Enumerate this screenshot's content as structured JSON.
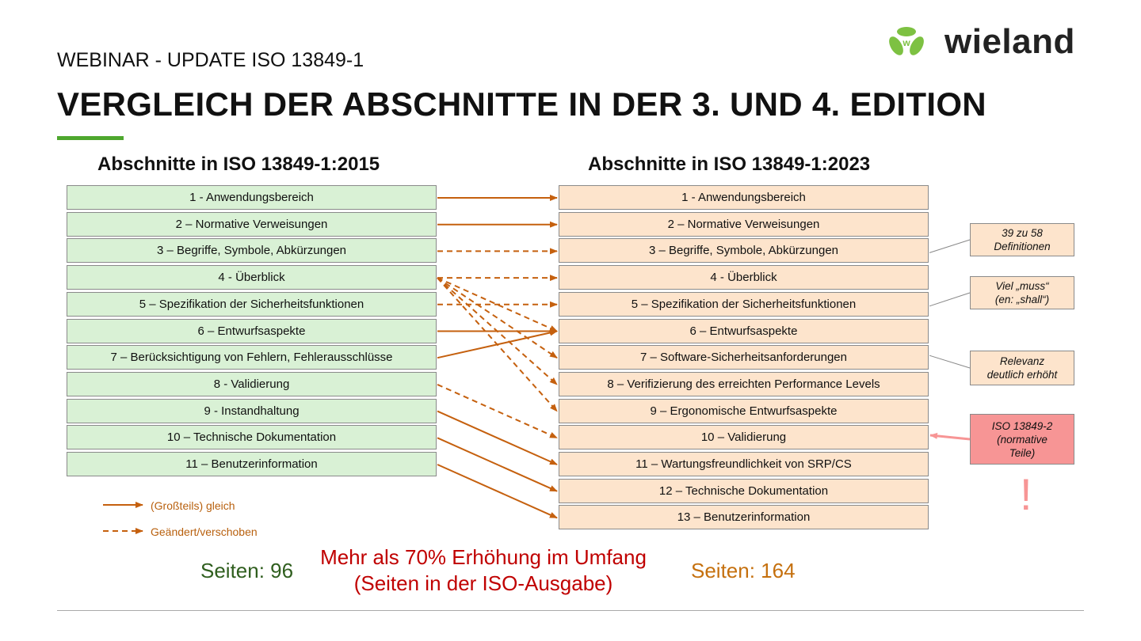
{
  "header": {
    "subtitle": "WEBINAR - UPDATE ISO 13849-1",
    "title": "VERGLEICH DER ABSCHNITTE IN DER 3. UND 4. EDITION",
    "logo_text": "wieland",
    "accent_color": "#4ea72e"
  },
  "left": {
    "heading": "Abschnitte in ISO 13849-1:2015",
    "items": [
      "1 - Anwendungsbereich",
      "2 – Normative Verweisungen",
      "3 – Begriffe, Symbole, Abkürzungen",
      "4 - Überblick",
      "5 – Spezifikation der Sicherheitsfunktionen",
      "6 – Entwurfsaspekte",
      "7 – Berücksichtigung von Fehlern, Fehlerausschlüsse",
      "8 - Validierung",
      "9 - Instandhaltung",
      "10 – Technische Dokumentation",
      "11 – Benutzerinformation"
    ],
    "pages": "Seiten: 96"
  },
  "right": {
    "heading": "Abschnitte in ISO 13849-1:2023",
    "items": [
      "1 - Anwendungsbereich",
      "2 – Normative Verweisungen",
      "3 – Begriffe, Symbole, Abkürzungen",
      "4 - Überblick",
      "5 – Spezifikation der Sicherheitsfunktionen",
      "6 – Entwurfsaspekte",
      "7 – Software-Sicherheitsanforderungen",
      "8 – Verifizierung des erreichten Performance Levels",
      "9 – Ergonomische Entwurfsaspekte",
      "10 – Validierung",
      "11 – Wartungsfreundlichkeit von SRP/CS",
      "12 – Technische Dokumentation",
      "13 – Benutzerinformation"
    ],
    "pages": "Seiten: 164"
  },
  "connections": [
    {
      "from": 1,
      "to": 1,
      "style": "solid"
    },
    {
      "from": 2,
      "to": 2,
      "style": "solid"
    },
    {
      "from": 3,
      "to": 3,
      "style": "dashed"
    },
    {
      "from": 4,
      "to": 4,
      "style": "dashed"
    },
    {
      "from": 4,
      "to": 6,
      "style": "dashed"
    },
    {
      "from": 4,
      "to": 7,
      "style": "dashed"
    },
    {
      "from": 4,
      "to": 8,
      "style": "dashed"
    },
    {
      "from": 4,
      "to": 9,
      "style": "dashed"
    },
    {
      "from": 5,
      "to": 5,
      "style": "dashed"
    },
    {
      "from": 6,
      "to": 6,
      "style": "solid"
    },
    {
      "from": 7,
      "to": 6,
      "style": "solid"
    },
    {
      "from": 8,
      "to": 10,
      "style": "dashed"
    },
    {
      "from": 9,
      "to": 11,
      "style": "solid"
    },
    {
      "from": 10,
      "to": 12,
      "style": "solid"
    },
    {
      "from": 11,
      "to": 13,
      "style": "solid"
    }
  ],
  "notes": [
    {
      "text": "39 zu 58\nDefinitionen",
      "target": 3
    },
    {
      "text": "Viel „muss“\n(en: „shall“)",
      "target": 5
    },
    {
      "text": "Relevanz\ndeutlich erhöht",
      "target": 7
    },
    {
      "text": "ISO 13849-2\n(normative\nTeile)",
      "target": 10
    }
  ],
  "exclamation": "!",
  "legend": {
    "solid": "(Großteils) gleich",
    "dashed": "Geändert/verschoben"
  },
  "summary": {
    "line1": "Mehr als 70% Erhöhung im Umfang",
    "line2": "(Seiten in der ISO-Ausgabe)"
  },
  "colors": {
    "arrow": "#c5600e",
    "left_box": "#d9f1d5",
    "right_box": "#fde4cc",
    "alert": "#f79595"
  }
}
